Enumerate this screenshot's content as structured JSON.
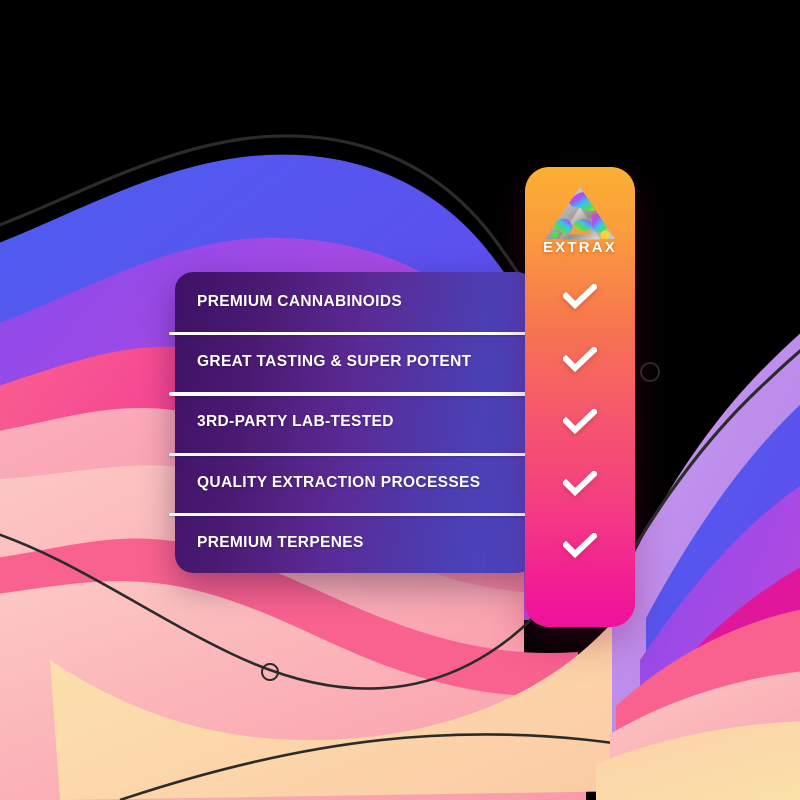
{
  "brand": {
    "name": "EXTRAX",
    "logo_icon": "extrax-triangle-logo",
    "card_gradient_from": "#fbb034",
    "card_gradient_to": "#ef109c"
  },
  "feature_list": {
    "panel_gradient_from": "#3d1266",
    "panel_gradient_to": "#4c45c2",
    "check_icon": "check-icon",
    "items": [
      {
        "label": "PREMIUM CANNABINOIDS",
        "checked": true
      },
      {
        "label": "GREAT TASTING & SUPER POTENT",
        "checked": true
      },
      {
        "label": "3RD-PARTY LAB-TESTED",
        "checked": true
      },
      {
        "label": "QUALITY EXTRACTION PROCESSES",
        "checked": true
      },
      {
        "label": "PREMIUM TERPENES",
        "checked": true
      }
    ]
  },
  "background": {
    "style": "layered-wave-blobs",
    "colors": {
      "outline": "#2b2b2b",
      "blue": "#5b4be8",
      "indigo": "#6f4fe8",
      "violet": "#a44ce6",
      "purple": "#b84be0",
      "magenta": "#f01f8f",
      "pink": "#f9638f",
      "rose": "#f78fa7",
      "blush": "#f9a8b8",
      "peach": "#fbc6aa",
      "cream": "#fde3a7",
      "butter": "#fdeaa8"
    }
  }
}
